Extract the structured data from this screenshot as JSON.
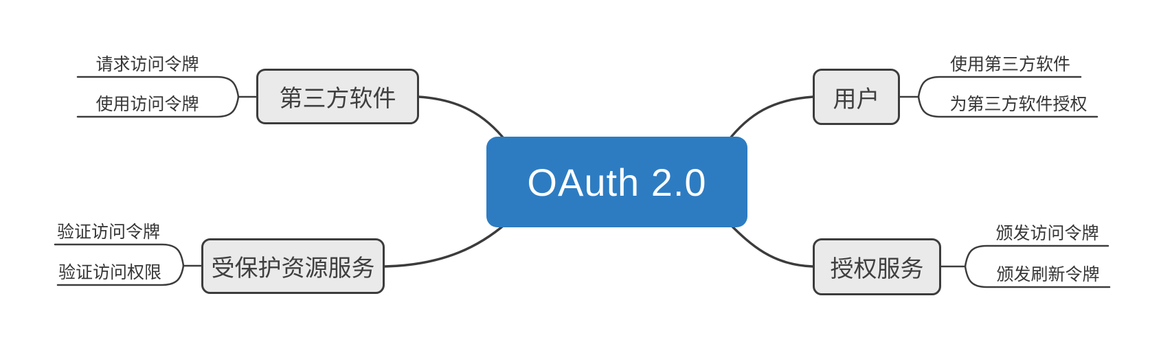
{
  "mindmap": {
    "central": {
      "label": "OAuth 2.0"
    },
    "branches": [
      {
        "id": "third-party-software",
        "position": "top-left",
        "label": "第三方软件",
        "children": [
          {
            "label": "请求访问令牌"
          },
          {
            "label": "使用访问令牌"
          }
        ]
      },
      {
        "id": "user",
        "position": "top-right",
        "label": "用户",
        "children": [
          {
            "label": "使用第三方软件"
          },
          {
            "label": "为第三方软件授权"
          }
        ]
      },
      {
        "id": "protected-resource-service",
        "position": "bottom-left",
        "label": "受保护资源服务",
        "children": [
          {
            "label": "验证访问令牌"
          },
          {
            "label": "验证访问权限"
          }
        ]
      },
      {
        "id": "authorization-service",
        "position": "bottom-right",
        "label": "授权服务",
        "children": [
          {
            "label": "颁发访问令牌"
          },
          {
            "label": "颁发刷新令牌"
          }
        ]
      }
    ],
    "colors": {
      "background": "#FFFFFF",
      "central_fill": "#2D7CC2",
      "central_text": "#FFFFFF",
      "node_fill": "#EAEAEA",
      "node_border": "#3C3C3C",
      "connector_line": "#3C3C3C",
      "node_text": "#3F3F3F",
      "subtopic_text": "#363636"
    }
  }
}
